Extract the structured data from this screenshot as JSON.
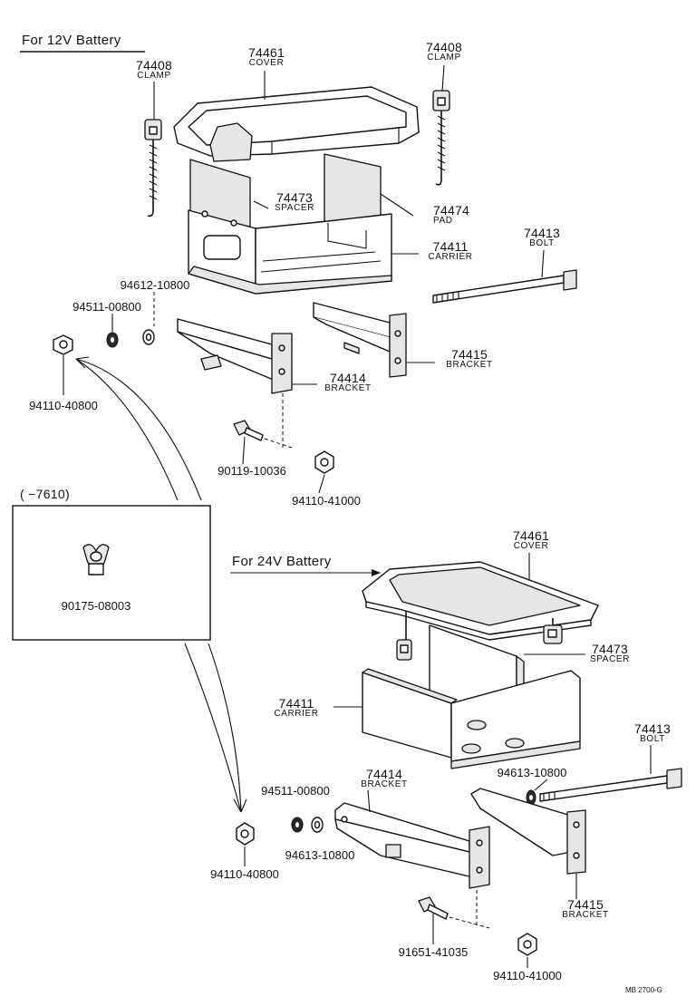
{
  "sections": {
    "top_heading": "For 12V Battery",
    "bottom_heading": "For 24V Battery",
    "inset_range": "(        −7610)",
    "ref_code": "MB  2700-G"
  },
  "parts": {
    "clamp_left": {
      "number": "74408",
      "name": "CLAMP"
    },
    "cover_top": {
      "number": "74461",
      "name": "COVER"
    },
    "clamp_right": {
      "number": "74408",
      "name": "CLAMP"
    },
    "spacer_top": {
      "number": "74473",
      "name": "SPACER"
    },
    "pad": {
      "number": "74474",
      "name": "PAD"
    },
    "carrier_top": {
      "number": "74411",
      "name": "CARRIER"
    },
    "bolt_top": {
      "number": "74413",
      "name": "BOLT"
    },
    "bracket_74415_top": {
      "number": "74415",
      "name": "BRACKET"
    },
    "bracket_74414_top": {
      "number": "74414",
      "name": "BRACKET"
    },
    "cover_bottom": {
      "number": "74461",
      "name": "COVER"
    },
    "spacer_bottom": {
      "number": "74473",
      "name": "SPACER"
    },
    "carrier_bottom": {
      "number": "74411",
      "name": "CARRIER"
    },
    "bolt_bottom": {
      "number": "74413",
      "name": "BOLT"
    },
    "bracket_74414_bottom": {
      "number": "74414",
      "name": "BRACKET"
    },
    "bracket_74415_bottom": {
      "number": "74415",
      "name": "BRACKET"
    }
  },
  "hardware": {
    "washer_94612": "94612-10800",
    "washer_94511_top": "94511-00800",
    "nut_94110_40800_top": "94110-40800",
    "bolt_90119": "90119-10036",
    "nut_94110_41000_top": "94110-41000",
    "wingnut_90175": "90175-08003",
    "washer_94613_right": "94613-10800",
    "washer_94511_bottom": "94511-00800",
    "washer_94613_bottom": "94613-10800",
    "nut_94110_40800_bottom": "94110-40800",
    "bolt_91651": "91651-41035",
    "nut_94110_41000_bottom": "94110-41000"
  }
}
